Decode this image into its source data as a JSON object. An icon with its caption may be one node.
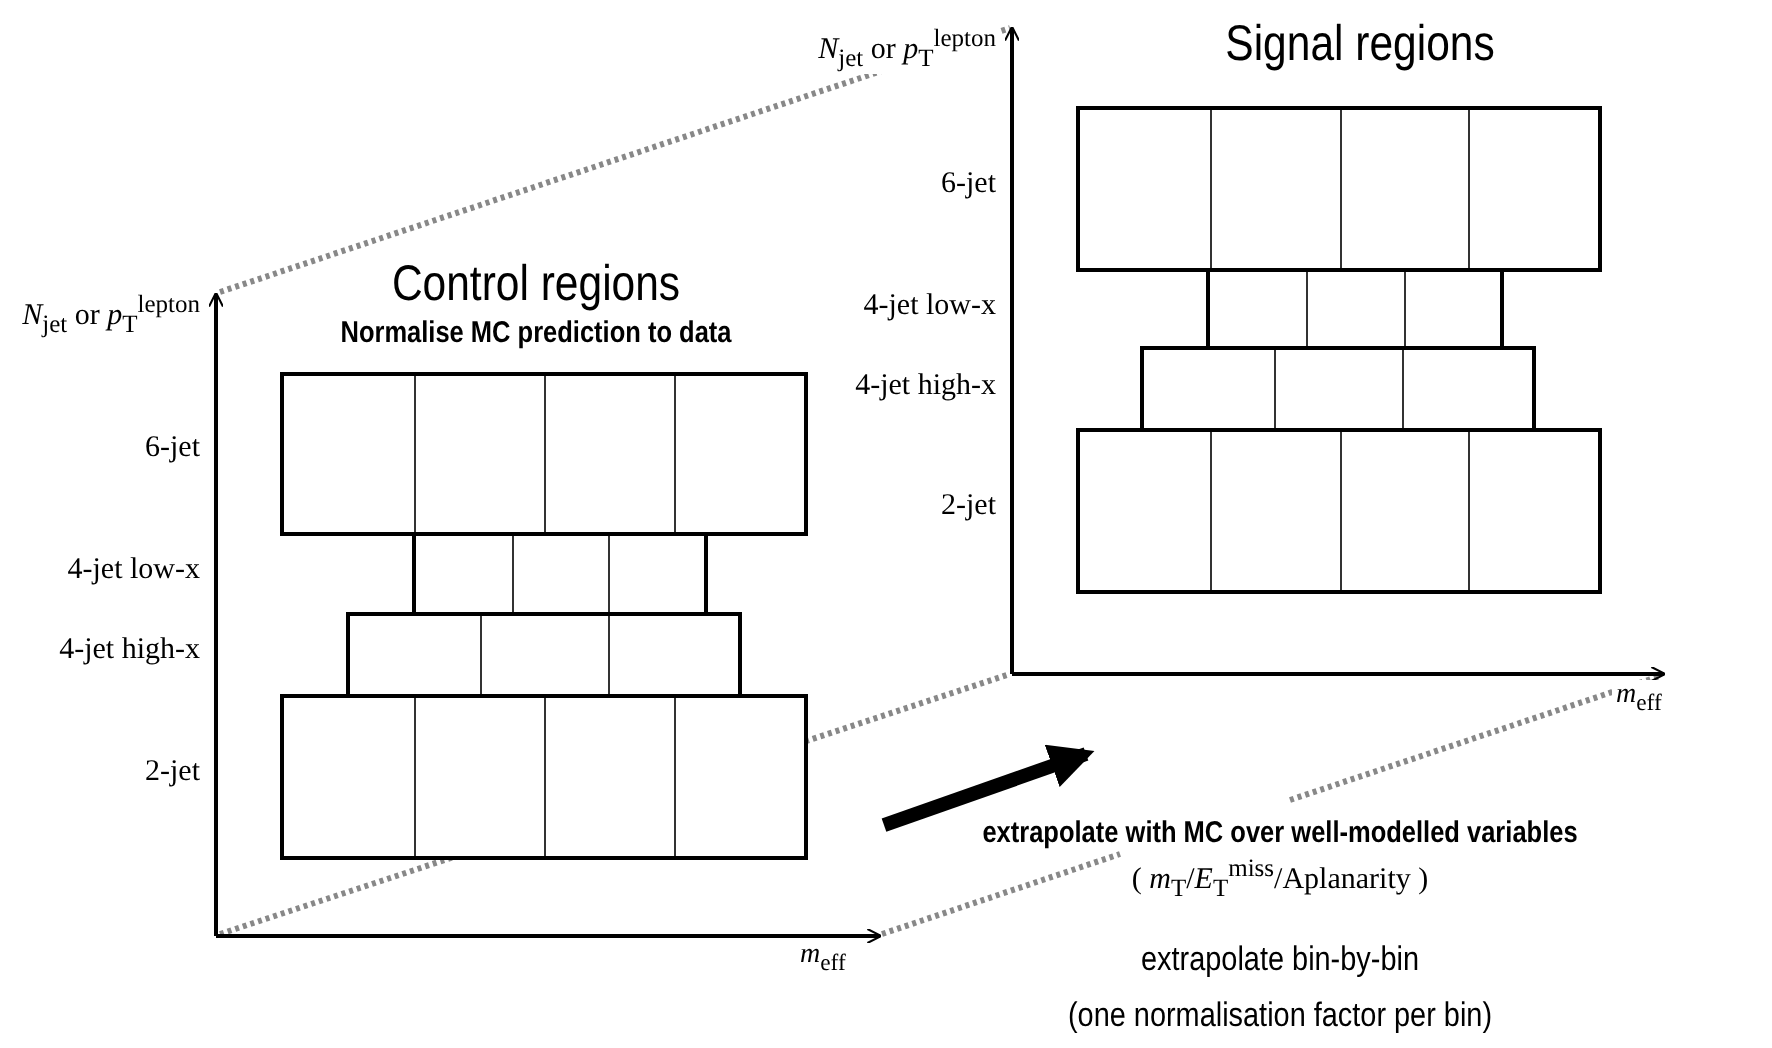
{
  "diagram": {
    "nodes": [
      {
        "text": [
          "Control regions",
          "Normalise MC prediction to data"
        ]
      },
      {
        "text": [],
        "shape": "box",
        "in": 0
      },
      {
        "text": [],
        "shape": "box",
        "in": 0
      },
      {
        "text": [],
        "shape": "box",
        "in": 0
      },
      {
        "text": [],
        "shape": "box",
        "in": 0
      },
      {
        "text": [
          "Signal regions"
        ]
      },
      {
        "text": [],
        "shape": "box",
        "in": 5
      },
      {
        "text": [],
        "shape": "box",
        "in": 5
      },
      {
        "text": [],
        "shape": "box",
        "in": 5
      },
      {
        "text": [],
        "shape": "box",
        "in": 5
      }
    ],
    "edges": [
      {
        "from": 0,
        "to": 5,
        "arrow": "to"
      }
    ],
    "labels": [
      "*N*$_{jet}$ or *p*$_{T}$$^{lepton}$",
      "6-jet",
      "4-jet low-x",
      "4-jet high-x",
      "2-jet",
      "*N*$_{jet}$ or *p*$_{T}$$^{lepton}$",
      "6-jet",
      "4-jet low-x",
      "4-jet high-x",
      "2-jet",
      "*m*$_{eff}$",
      "extrapolate with MC over well-modelled variables",
      "( *m*$_{T}$/*E*$_{T}$$^{miss}$/Aplanarity )",
      "*m*$_{eff}$",
      "extrapolate bin-by-bin",
      "(one normalisation factor per bin)"
    ]
  }
}
